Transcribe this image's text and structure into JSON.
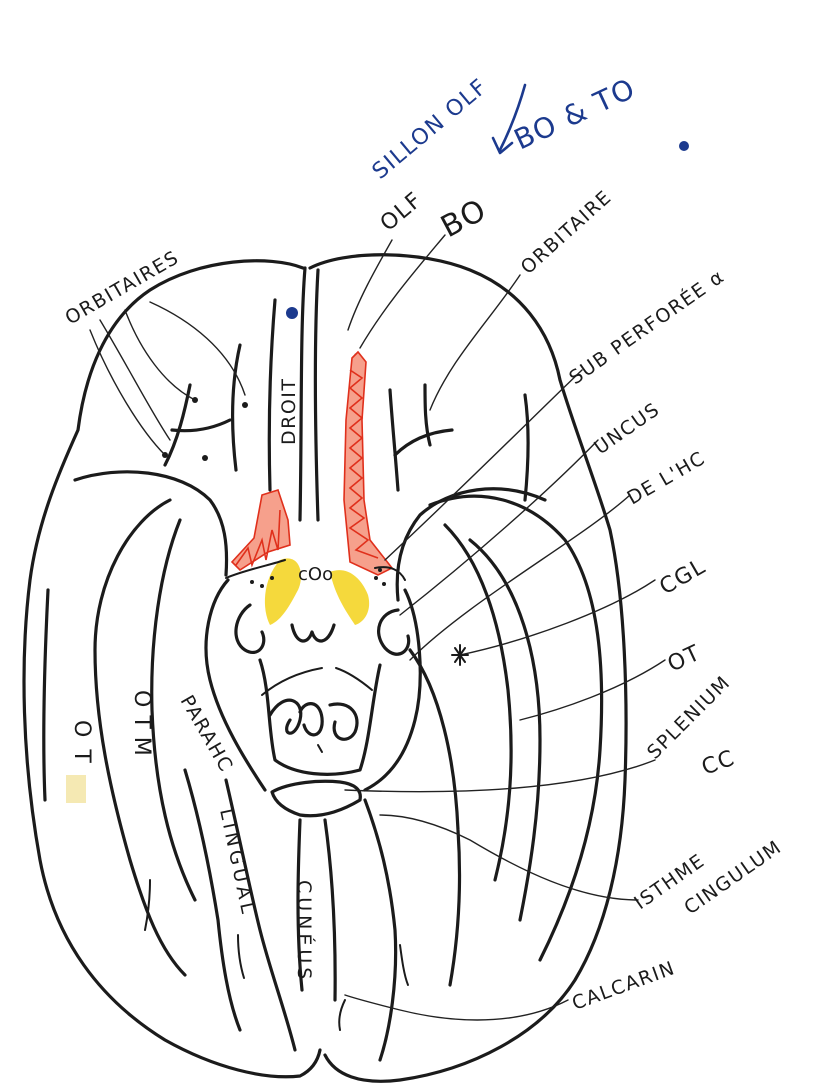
{
  "colors": {
    "ink": "#1b1b1b",
    "blue_ink": "#1c3a8e",
    "red_hatch": "#e0301c",
    "yellow_fill": "#f3d21a",
    "paper": "#ffffff"
  },
  "labels": {
    "sillon_olf": "SILLON OLF",
    "bo_to": "BO & TO",
    "orbitaires_left": "ORBITAIRES",
    "olf": "OLF",
    "bo": "BO",
    "orbitaire": "ORBITAIRE",
    "droit": "DROIT",
    "sub_perforee": "SUB PERFORÉE α",
    "uncus": "UNCUS",
    "de_lhc": "DE L'HC",
    "cgl": "CGL",
    "ot_right": "OT",
    "splenium": "SPLENIUM",
    "cc": "CC",
    "isthme": "ISTHME",
    "cingulum": "CINGULUM",
    "calcarin": "CALCARIN",
    "ot_left": "OT",
    "otm": "OTM",
    "paraHC": "PARAHC",
    "lingual": "LINGUAL",
    "cuneus": "CUNÉUS",
    "mamillary_mark": "cOo"
  }
}
